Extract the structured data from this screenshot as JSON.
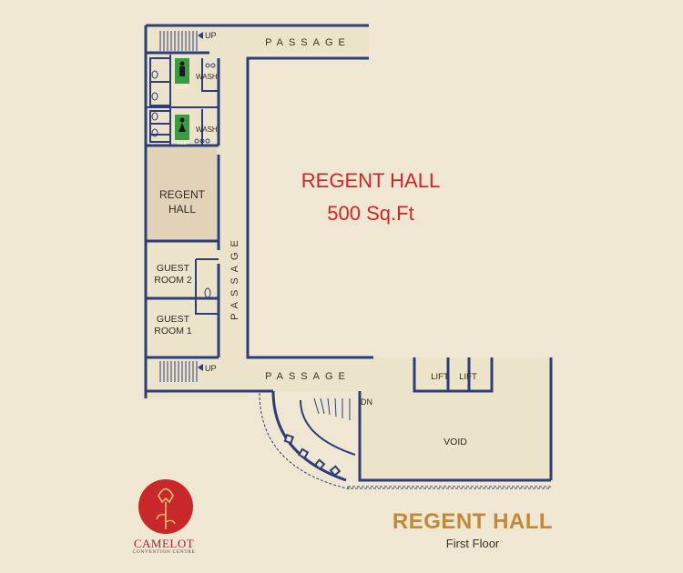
{
  "plan": {
    "hall_name": "REGENT HALL",
    "hall_area": "500 Sq.Ft",
    "floor": "First Floor",
    "brand_name": "CAMELOT",
    "brand_sub": "CONVENTION CENTRE"
  },
  "labels": {
    "passage": "PASSAGE",
    "up": "UP",
    "dn": "DN",
    "wash": "WASH",
    "toilet": "TOILET",
    "regent_room_1": "REGENT",
    "regent_room_2": "HALL",
    "guest2_line1": "GUEST",
    "guest2_line2": "ROOM 2",
    "guest1_line1": "GUEST",
    "guest1_line2": "ROOM 1",
    "lift": "LIFT",
    "void": "VOID"
  },
  "colors": {
    "wall": "#2e3d78",
    "floor": "#ebe3ca",
    "room_fill": "#e2d3b8",
    "hall_text": "#c8282a",
    "title_gold": "#c08a3a",
    "logo_red": "#a8232b",
    "toilet_green": "#3b9b43"
  }
}
